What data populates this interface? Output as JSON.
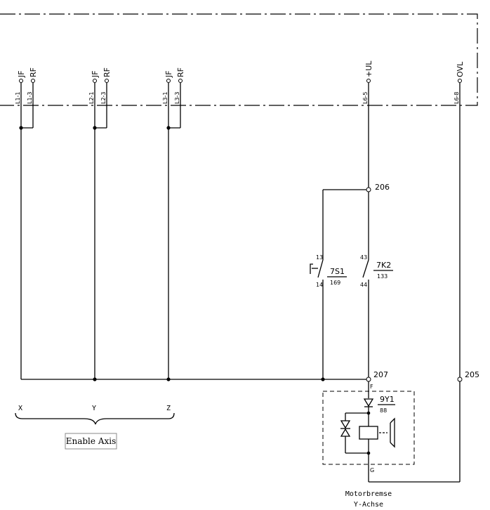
{
  "connectors": {
    "x1_pin1": "L1-1",
    "x1_pin3": "L1-3",
    "x2_pin1": "L2-1",
    "x2_pin3": "L2-3",
    "x3_pin1": "L3-1",
    "x3_pin3": "L3-3",
    "ul_pin": "L6-5",
    "ovl_pin": "L6-8"
  },
  "signals": {
    "jf": "JF",
    "rf": "RF",
    "ul": "+UL",
    "ovl": "OVL"
  },
  "nodes": {
    "n206": "206",
    "n207": "207",
    "n205": "205"
  },
  "switch_7s1": {
    "label": "7S1",
    "ref": "169",
    "pin_top": "13",
    "pin_bottom": "14"
  },
  "contact_7k2": {
    "label": "7K2",
    "ref": "133",
    "pin_top": "43",
    "pin_bottom": "44"
  },
  "brake": {
    "label": "9Y1",
    "ref": "88",
    "pin_f": "F",
    "pin_g": "G",
    "caption_line1": "Motorbremse",
    "caption_line2": "Y-Achse"
  },
  "axes": {
    "x": "X",
    "y": "Y",
    "z": "Z",
    "group_label": "Enable Axis"
  }
}
